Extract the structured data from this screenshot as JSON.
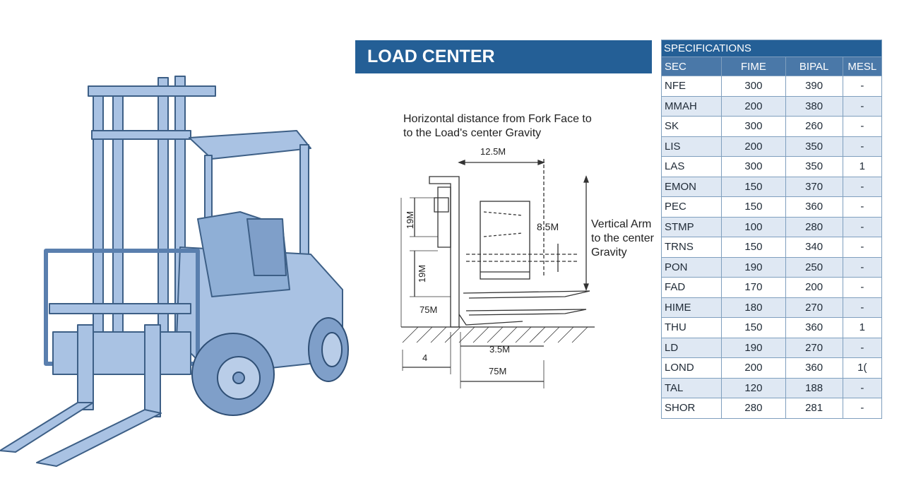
{
  "header": {
    "title": "LOAD CENTER"
  },
  "diagram": {
    "caption_horizontal": [
      "Horizontal distance from Fork Face to",
      "to the Load's center Gravity"
    ],
    "caption_vertical": [
      "Vertical Arm",
      "to the center",
      "Gravity"
    ],
    "dim_top": "12.5M",
    "dim_inner": "8.5M",
    "dim_left_upper": "19M",
    "dim_left_lower": "19M",
    "dim_left_base": "75M",
    "dim_bottom_1": "3.5M",
    "dim_bottom_small": "4",
    "dim_bottom_2": "75M"
  },
  "specs": {
    "title": "SPECIFICATIONS",
    "columns": [
      "SEC",
      "FIME",
      "BIPAL",
      "MESL"
    ],
    "rows": [
      [
        "NFE",
        "300",
        "390",
        "-"
      ],
      [
        "MMAH",
        "200",
        "380",
        "-"
      ],
      [
        "SK",
        "300",
        "260",
        "-"
      ],
      [
        "LIS",
        "200",
        "350",
        "-"
      ],
      [
        "LAS",
        "300",
        "350",
        "1"
      ],
      [
        "EMON",
        "150",
        "370",
        "-"
      ],
      [
        "PEC",
        "150",
        "360",
        "-"
      ],
      [
        "STMP",
        "100",
        "280",
        "-"
      ],
      [
        "TRNS",
        "150",
        "340",
        "-"
      ],
      [
        "PON",
        "190",
        "250",
        "-"
      ],
      [
        "FAD",
        "170",
        "200",
        "-"
      ],
      [
        "HIME",
        "180",
        "270",
        "-"
      ],
      [
        "THU",
        "150",
        "360",
        "1"
      ],
      [
        "LD",
        "190",
        "270",
        "-"
      ],
      [
        "LOND",
        "200",
        "360",
        "1("
      ],
      [
        "TAL",
        "120",
        "188",
        "-"
      ],
      [
        "SHOR",
        "280",
        "281",
        "-"
      ]
    ]
  }
}
